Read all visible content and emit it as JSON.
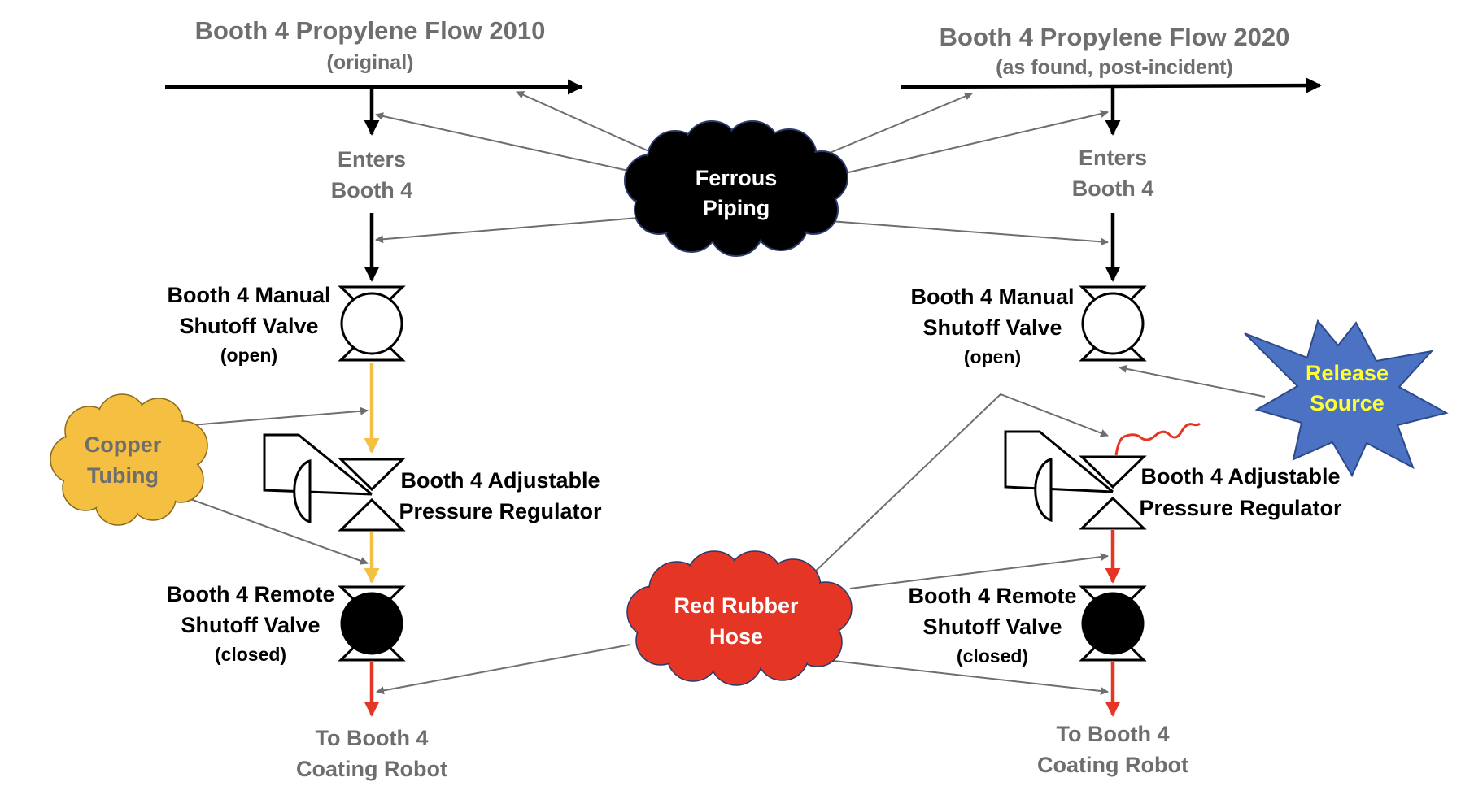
{
  "left_panel": {
    "title": "Booth 4 Propylene Flow 2010",
    "subtitle": "(original)",
    "enters_line1": "Enters",
    "enters_line2": "Booth 4",
    "manual_valve_line1": "Booth 4 Manual",
    "manual_valve_line2": "Shutoff Valve",
    "manual_valve_state": "(open)",
    "regulator_line1": "Booth 4 Adjustable",
    "regulator_line2": "Pressure Regulator",
    "remote_valve_line1": "Booth 4 Remote",
    "remote_valve_line2": "Shutoff Valve",
    "remote_valve_state": "(closed)",
    "robot_line1": "To Booth 4",
    "robot_line2": "Coating Robot"
  },
  "right_panel": {
    "title": "Booth 4 Propylene Flow 2020",
    "subtitle": "(as found, post-incident)",
    "enters_line1": "Enters",
    "enters_line2": "Booth 4",
    "manual_valve_line1": "Booth 4 Manual",
    "manual_valve_line2": "Shutoff Valve",
    "manual_valve_state": "(open)",
    "regulator_line1": "Booth 4 Adjustable",
    "regulator_line2": "Pressure Regulator",
    "remote_valve_line1": "Booth 4 Remote",
    "remote_valve_line2": "Shutoff Valve",
    "remote_valve_state": "(closed)",
    "robot_line1": "To Booth 4",
    "robot_line2": "Coating Robot"
  },
  "callouts": {
    "ferrous_line1": "Ferrous",
    "ferrous_line2": "Piping",
    "copper_line1": "Copper",
    "copper_line2": "Tubing",
    "rubber_line1": "Red Rubber",
    "rubber_line2": "Hose",
    "release_line1": "Release",
    "release_line2": "Source"
  },
  "colors": {
    "ferrous": "#000000",
    "copper": "#f5bf42",
    "rubber": "#e53525",
    "release_star": "#4c72c4",
    "release_text": "#ffff33",
    "label_gray": "#6e6e6e"
  }
}
